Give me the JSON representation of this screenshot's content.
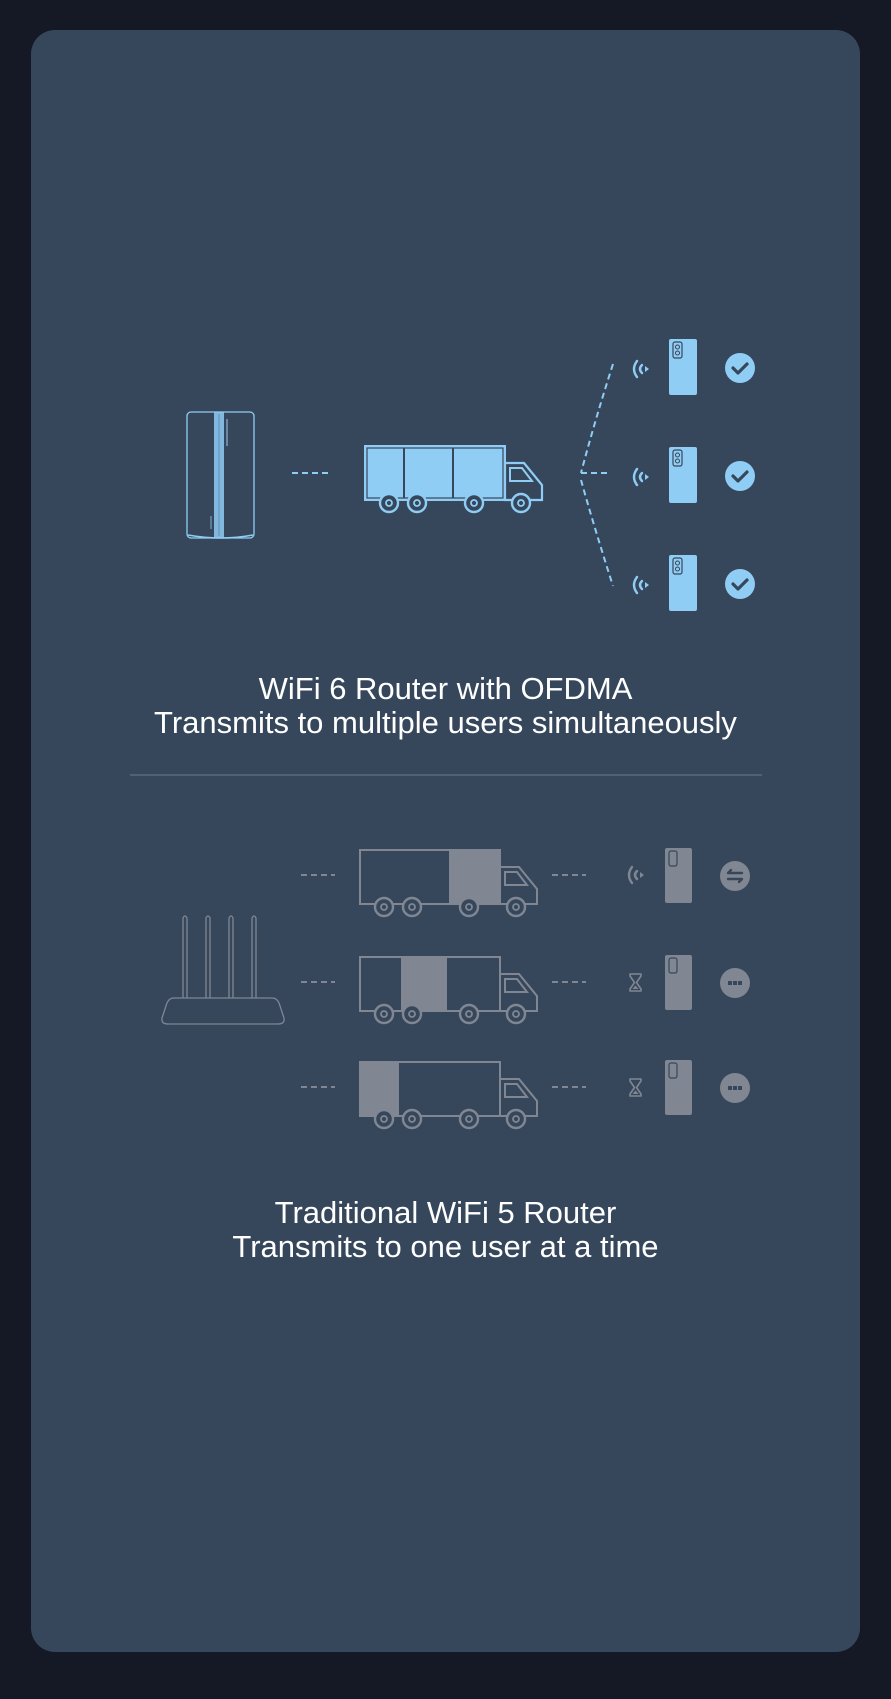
{
  "colors": {
    "outer_background": "#141925",
    "card_background": "#36475c",
    "wifi6_accent": "#90cdf4",
    "wifi5_muted": "#808792",
    "divider": "#4d6178",
    "text": "#ffffff"
  },
  "wifi6": {
    "caption_line1": "WiFi 6 Router with OFDMA",
    "caption_line2": "Transmits to multiple users simultaneously",
    "router_icon": "tower-router-icon",
    "vehicle_icon": "truck-full-icon",
    "users": [
      {
        "signal_icon": "wifi-signal-icon",
        "device_icon": "phone-icon",
        "status_icon": "check-circle-icon",
        "status": "served"
      },
      {
        "signal_icon": "wifi-signal-icon",
        "device_icon": "phone-icon",
        "status_icon": "check-circle-icon",
        "status": "served"
      },
      {
        "signal_icon": "wifi-signal-icon",
        "device_icon": "phone-icon",
        "status_icon": "check-circle-icon",
        "status": "served"
      }
    ]
  },
  "wifi5": {
    "caption_line1": "Traditional WiFi 5 Router",
    "caption_line2": "Transmits to one user at a time",
    "router_icon": "four-antenna-router-icon",
    "rows": [
      {
        "vehicle_icon": "truck-icon",
        "cargo_segment": "rear",
        "signal_icon": "wifi-signal-icon",
        "device_icon": "phone-icon",
        "status_icon": "transfer-circle-icon",
        "status": "transmitting"
      },
      {
        "vehicle_icon": "truck-icon",
        "cargo_segment": "middle",
        "signal_icon": "hourglass-icon",
        "device_icon": "phone-icon",
        "status_icon": "ellipsis-circle-icon",
        "status": "waiting"
      },
      {
        "vehicle_icon": "truck-icon",
        "cargo_segment": "front",
        "signal_icon": "hourglass-icon",
        "device_icon": "phone-icon",
        "status_icon": "ellipsis-circle-icon",
        "status": "waiting"
      }
    ]
  }
}
